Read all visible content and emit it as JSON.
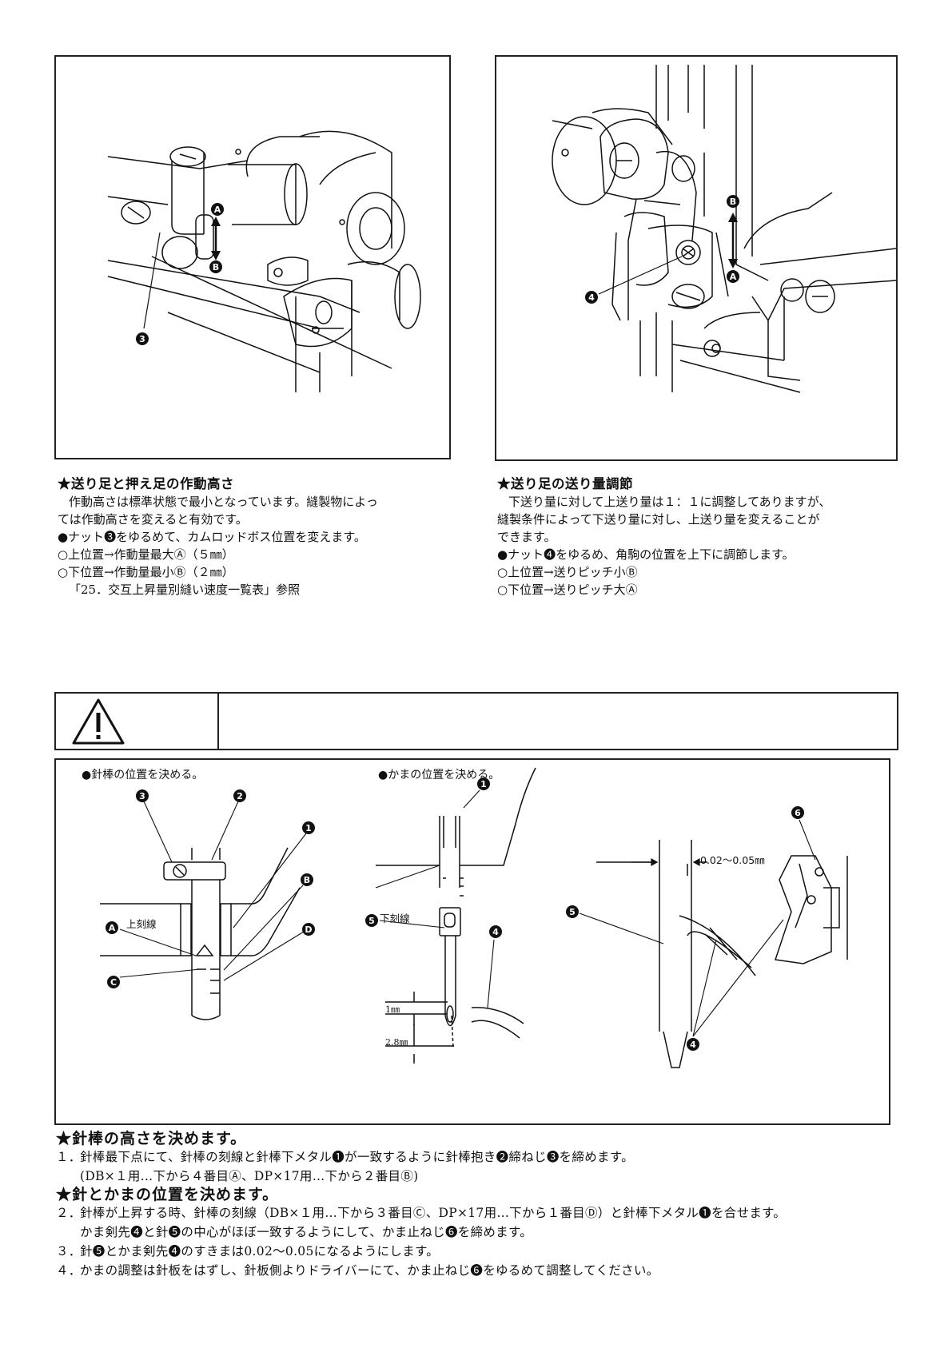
{
  "section_feed_height": {
    "title": "★送り足と押え足の作動高さ",
    "lines": [
      "作動高さは標準状態で最小となっています。縫製物によっ",
      "ては作動高さを変えると有効です。",
      "●ナット❸をゆるめて、カムロッドボス位置を変えます。",
      "○上位置→作動量最大Ⓐ（５㎜）",
      "○下位置→作動量最小Ⓑ（２㎜）",
      "「25．交互上昇量別縫い速度一覧表」参照"
    ],
    "labels": {
      "a": "Ⓐ",
      "b": "Ⓑ",
      "n3": "❸"
    }
  },
  "section_feed_amount": {
    "title": "★送り足の送り量調節",
    "lines": [
      "下送り量に対して上送り量は１：１に調整してありますが、",
      "縫製条件によって下送り量に対し、上送り量を変えることが",
      "できます。",
      "●ナット❹をゆるめ、角駒の位置を上下に調節します。",
      "○上位置→送りピッチ小Ⓑ",
      "○下位置→送りピッチ大Ⓐ"
    ],
    "labels": {
      "a": "Ⓐ",
      "b": "Ⓑ",
      "n4": "❹"
    }
  },
  "diagram_bottom": {
    "left_caption": "●針棒の位置を決める。",
    "mid_caption": "●かまの位置を決める。",
    "upper_mark": "上刻線",
    "lower_mark": "下刻線",
    "dim_1": "1㎜",
    "dim_2": "2.8㎜",
    "gap": "0.02～0.05㎜",
    "n1": "❶",
    "n2": "❷",
    "n3": "❸",
    "n4": "❹",
    "n5": "❺",
    "n6": "❻",
    "a": "Ⓐ",
    "b": "Ⓑ",
    "c": "Ⓒ",
    "d": "Ⓓ"
  },
  "instructions": {
    "heading1": "★針棒の高さを決めます。",
    "step1_num": "１．",
    "step1": "針棒最下点にて、針棒の刻線と針棒下メタル❶が一致するように針棒抱き❷締ねじ❸を締めます。",
    "step1_sub": "(DB×１用…下から４番目Ⓐ、DP×17用…下から２番目Ⓑ)",
    "heading2": "★針とかまの位置を決めます。",
    "step2_num": "２．",
    "step2": "針棒が上昇する時、針棒の刻線（DB×１用…下から３番目Ⓒ、DP×17用…下から１番目Ⓓ）と針棒下メタル❶を合せます。",
    "step2_sub": "かま剣先❹と針❺の中心がほぼ一致するようにして、かま止ねじ❻を締めます。",
    "step3_num": "３．",
    "step3": "針❺とかま剣先❹のすきまは0.02～0.05になるようにします。",
    "step4_num": "４．",
    "step4": "かまの調整は針板をはずし、針板側よりドライバーにて、かま止ねじ❻をゆるめて調整してください。"
  }
}
